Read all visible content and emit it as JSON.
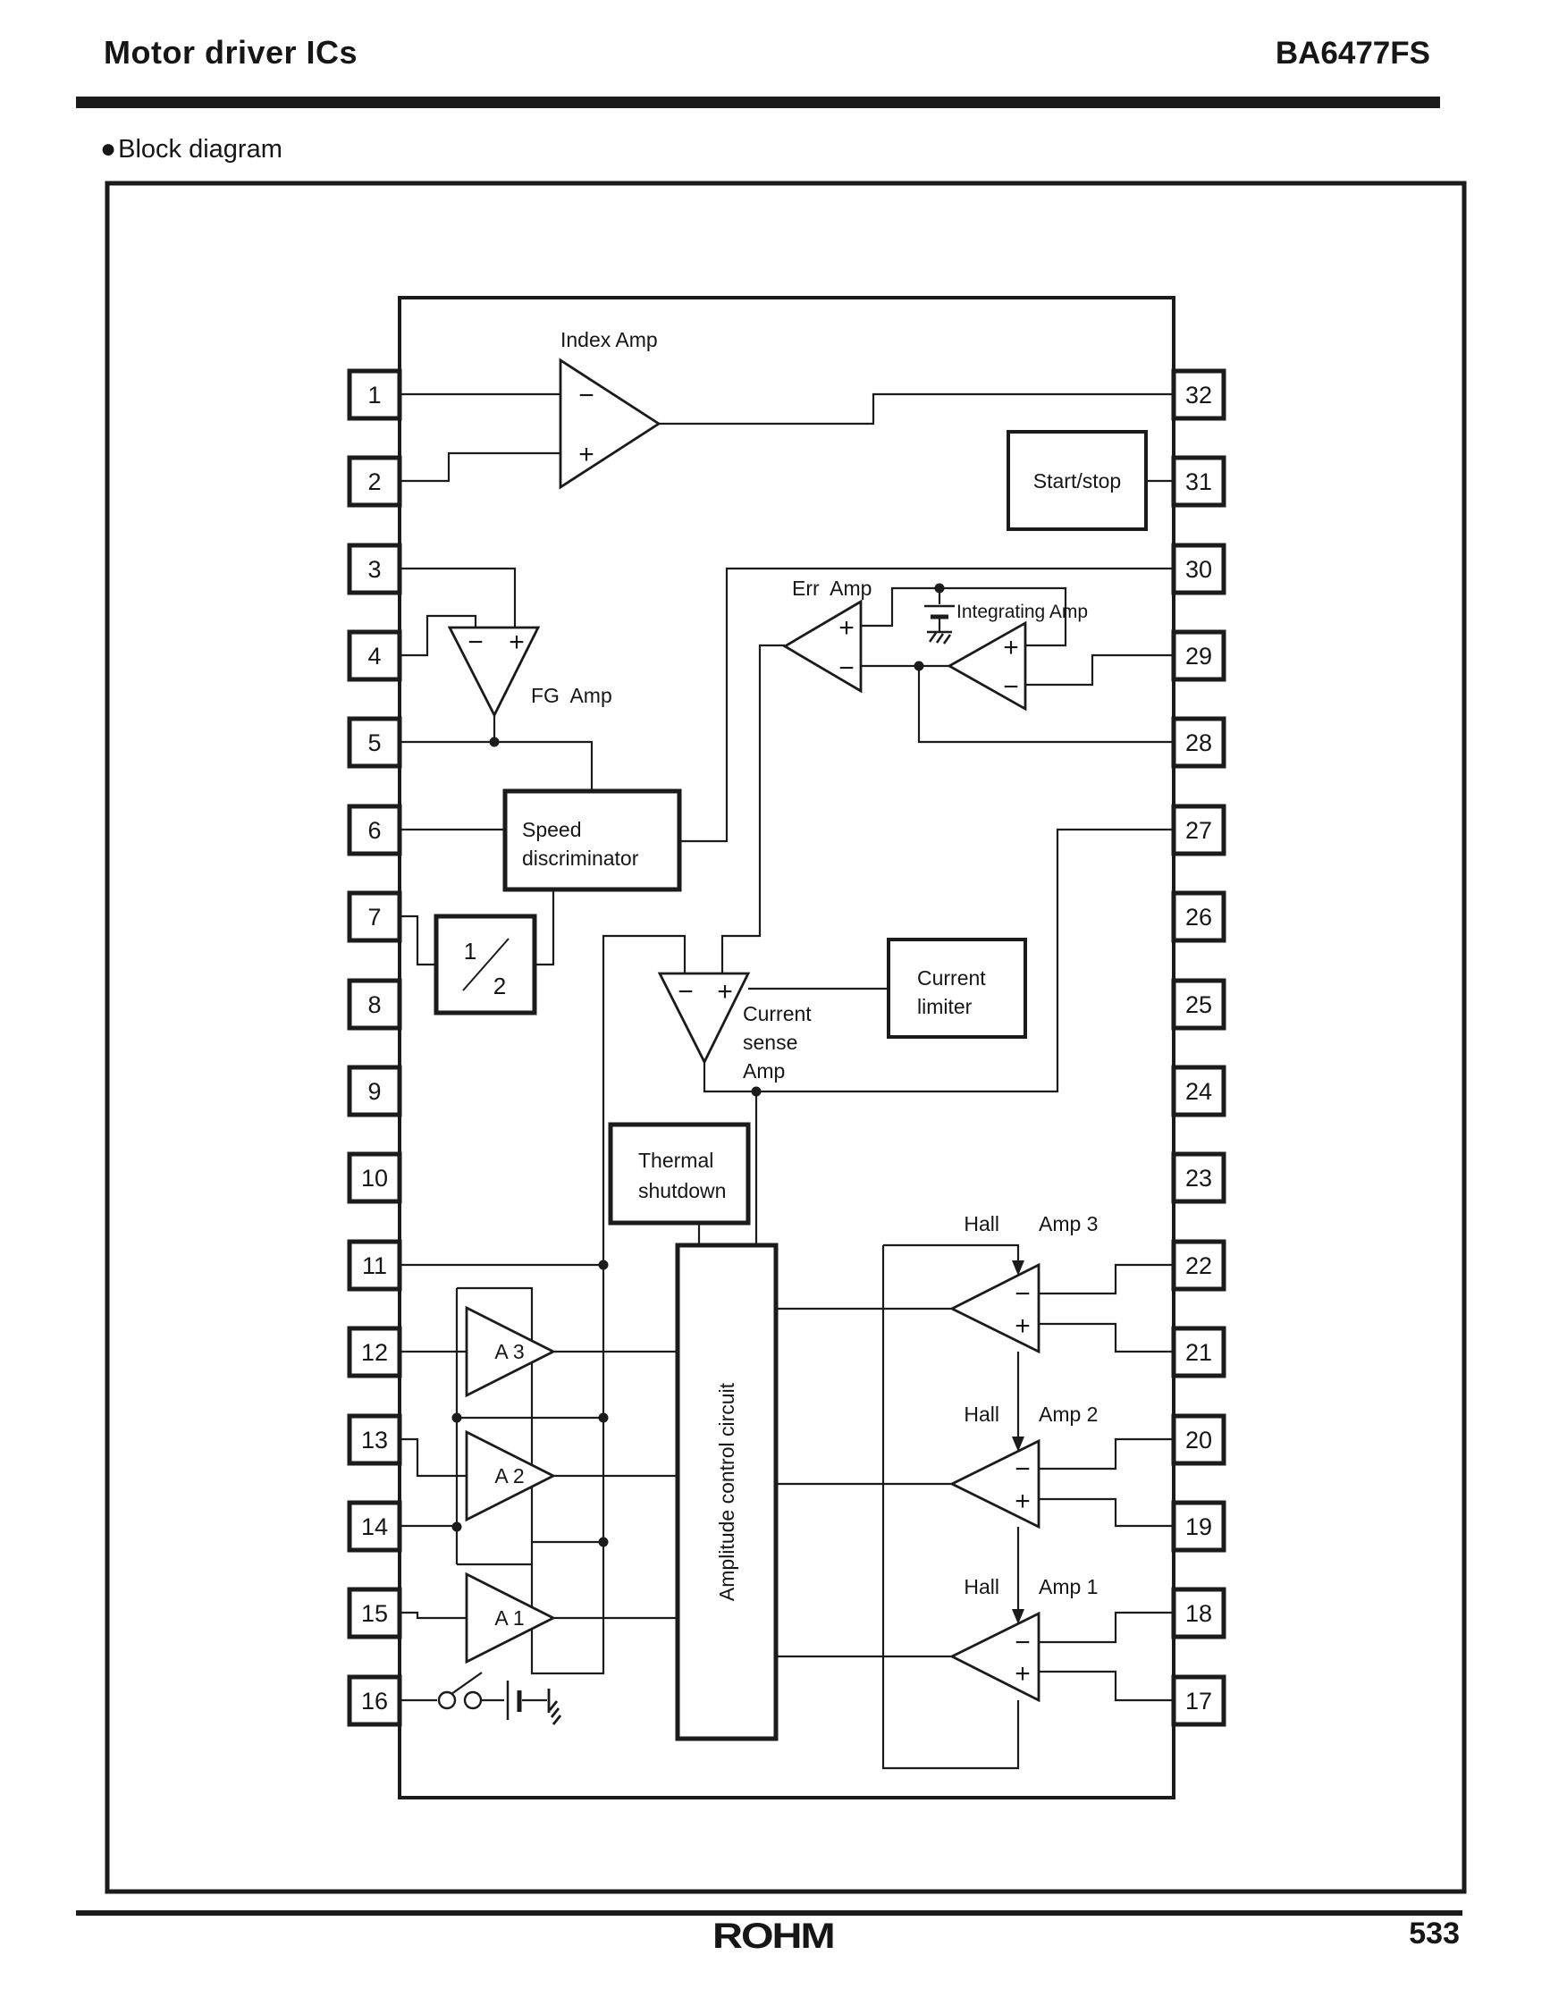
{
  "header": {
    "title": "Motor driver ICs",
    "part_number": "BA6477FS"
  },
  "section": {
    "bullet": "●",
    "title": "Block diagram"
  },
  "diagram": {
    "labels": {
      "index_amp": "Index Amp",
      "err_amp": "Err  Amp",
      "integrating_amp": "Integrating Amp",
      "fg_amp": "FG  Amp",
      "start_stop": "Start/stop",
      "speed_line1": "Speed",
      "speed_line2": "discriminator",
      "divider_numerator": "1",
      "divider_denominator": "2",
      "current_sense_line1": "Current",
      "current_sense_line2": "sense",
      "current_sense_line3": "Amp",
      "current_limiter_line1": "Current",
      "current_limiter_line2": "limiter",
      "thermal_line1": "Thermal",
      "thermal_line2": "shutdown",
      "amplitude_control": "Amplitude control circuit",
      "a3": "A 3",
      "a2": "A 2",
      "a1": "A 1",
      "hall": "Hall",
      "amp3": "Amp 3",
      "amp2": "Amp 2",
      "amp1": "Amp 1",
      "plus": "+",
      "minus": "−"
    },
    "pins": {
      "left": [
        "1",
        "2",
        "3",
        "4",
        "5",
        "6",
        "7",
        "8",
        "9",
        "10",
        "11",
        "12",
        "13",
        "14",
        "15",
        "16"
      ],
      "right": [
        "32",
        "31",
        "30",
        "29",
        "28",
        "27",
        "26",
        "25",
        "24",
        "23",
        "22",
        "21",
        "20",
        "19",
        "18",
        "17"
      ]
    }
  },
  "footer": {
    "logo": "ROHM",
    "page_number": "533"
  }
}
